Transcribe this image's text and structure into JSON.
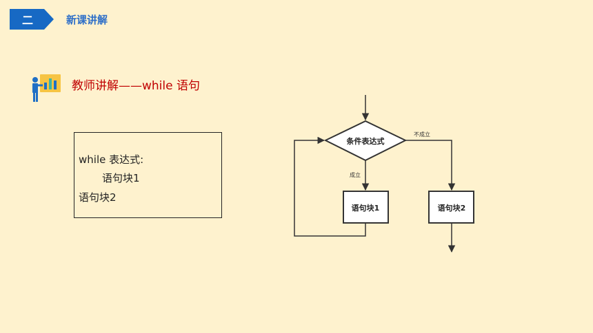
{
  "section": {
    "number": "二",
    "title": "新课讲解"
  },
  "heading": {
    "text": "教师讲解——while 语句"
  },
  "code": {
    "line1": "while 表达式:",
    "line2": "语句块1",
    "line3": "语句块2"
  },
  "flowchart": {
    "condition": "条件表达式",
    "true_label": "成立",
    "false_label": "不成立",
    "block1": "语句块1",
    "block2": "语句块2"
  },
  "colors": {
    "background": "#FEF2CE",
    "accent_blue": "#1769C4",
    "heading_red": "#C00000"
  }
}
